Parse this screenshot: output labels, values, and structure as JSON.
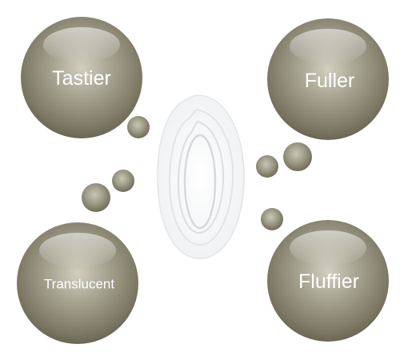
{
  "bubbles": {
    "tastier": {
      "label": "Tastier"
    },
    "fuller": {
      "label": "Fuller"
    },
    "translucent": {
      "label": "Translucent"
    },
    "fluffier": {
      "label": "Fluffier"
    }
  },
  "colors": {
    "bubble_light": "#d2cfc0",
    "bubble_mid": "#a8a593",
    "bubble_dark": "#77735f",
    "bubble_edge": "#5f5b4a",
    "label_text": "#ffffff",
    "grain_fill": "#f5f6f7",
    "grain_outline": "#dadde0"
  }
}
